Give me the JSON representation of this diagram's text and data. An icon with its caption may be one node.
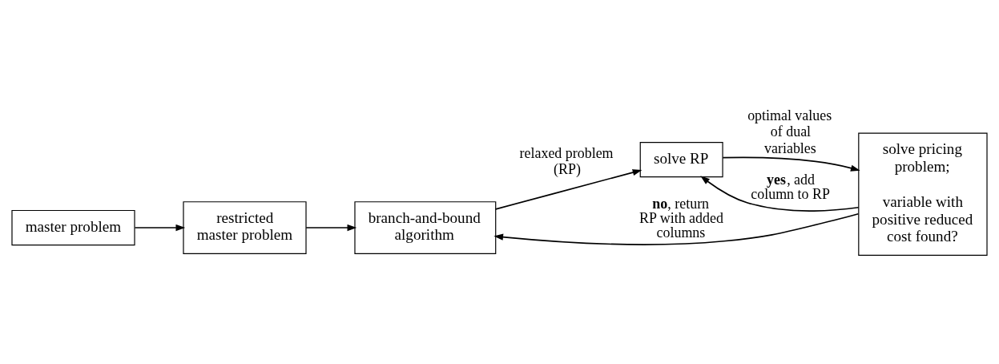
{
  "diagram": {
    "nodes": [
      {
        "text": [
          "master problem"
        ]
      },
      {
        "text": [
          "restricted master problem"
        ]
      },
      {
        "text": [
          "branch-and-bound algorithm"
        ]
      },
      {
        "text": [
          "solve RP"
        ]
      },
      {
        "text": [
          "solve pricing problem;",
          "variable with positive reduced cost found?"
        ]
      }
    ],
    "edges": [
      {
        "from": 0,
        "to": 1,
        "arrow": "to"
      },
      {
        "from": 1,
        "to": 2,
        "arrow": "to"
      },
      {
        "from": 2,
        "to": 3,
        "label": "relaxed problem (RP)",
        "arrow": "to"
      },
      {
        "from": 3,
        "to": 4,
        "label": "optimal values of dual variables",
        "arrow": "to"
      },
      {
        "from": 4,
        "to": 3,
        "label": "**yes**, add column to RP",
        "arrow": "to"
      },
      {
        "from": 4,
        "to": 2,
        "label": "**no**, return RP with added columns",
        "arrow": "to"
      }
    ]
  }
}
